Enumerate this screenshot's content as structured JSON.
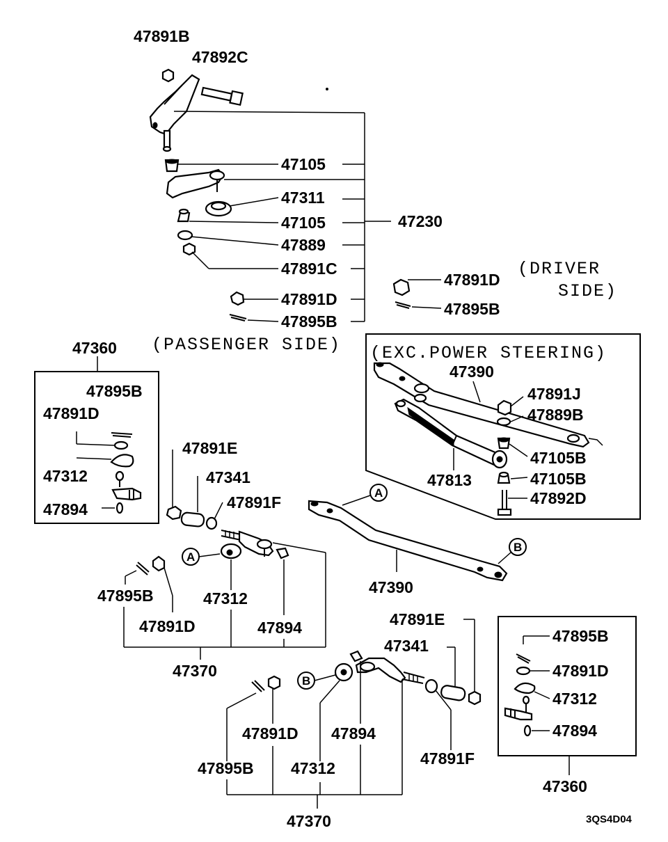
{
  "labels": {
    "top_nut": "47891B",
    "top_bolt": "47892C",
    "idler_bushing_1": "47105",
    "idler_seal": "47311",
    "idler_bushing_2": "47105",
    "idler_washer": "47889",
    "idler_nut_c": "47891C",
    "idler_nut_d": "47891D",
    "idler_pin": "47895B",
    "idler_assembly": "47230",
    "driver_nut": "47891D",
    "driver_pin": "47895B",
    "passenger_kit": "47360",
    "pkit_pin": "47895B",
    "pkit_nut": "47891D",
    "pkit_boot": "47312",
    "pkit_clip": "47894",
    "left_nut_e": "47891E",
    "left_sleeve": "47341",
    "left_nut_f": "47891F",
    "left_pin": "47895B",
    "left_boot": "47312",
    "left_nut_d": "47891D",
    "left_clip": "47894",
    "left_tierod": "47370",
    "center_link": "47390",
    "eps_center_link": "47390",
    "eps_nut_j": "47891J",
    "eps_washer_b": "47889B",
    "eps_bushing_1": "47105B",
    "eps_bushing_2": "47105B",
    "eps_bolt_d": "47892D",
    "eps_damper": "47813",
    "right_nut_e": "47891E",
    "right_sleeve": "47341",
    "right_nut_d": "47891D",
    "right_clip": "47894",
    "right_nut_f": "47891F",
    "right_pin": "47895B",
    "right_boot": "47312",
    "right_tierod": "47370",
    "driver_kit": "47360",
    "dkit_pin": "47895B",
    "dkit_nut": "47891D",
    "dkit_boot": "47312",
    "dkit_clip": "47894"
  },
  "notes": {
    "driver_side_line1": "(DRIVER",
    "driver_side_line2": "SIDE)",
    "passenger_side": "(PASSENGER SIDE)",
    "exc_power_steering": "(EXC.POWER STEERING)"
  },
  "callouts": {
    "a_top": "A",
    "b_top": "B",
    "a_left": "A",
    "b_right": "B"
  },
  "diagram_code": "3QS4D04"
}
